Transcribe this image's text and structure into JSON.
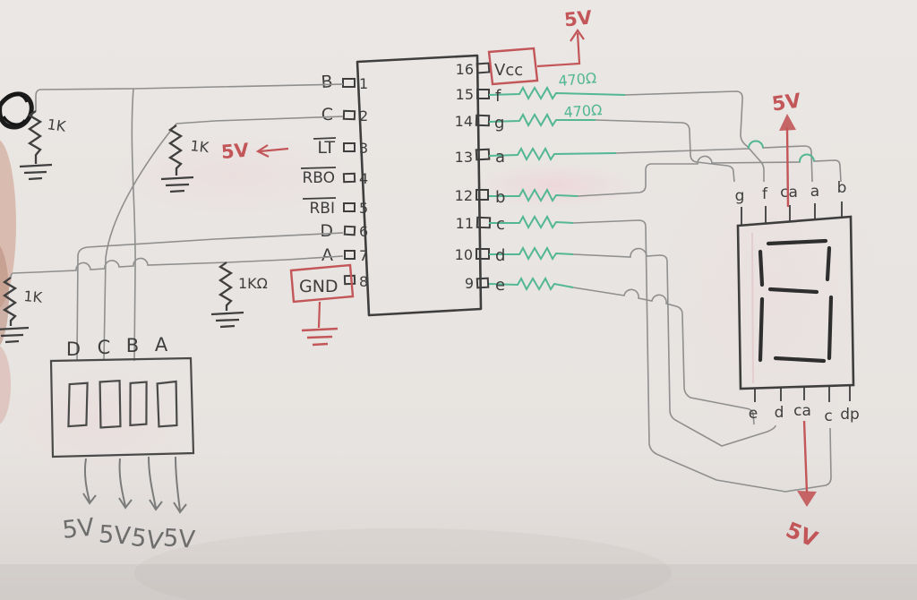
{
  "ic": {
    "left_pins": [
      {
        "num": "1",
        "label": "B"
      },
      {
        "num": "2",
        "label": "C"
      },
      {
        "num": "3",
        "label": "LT"
      },
      {
        "num": "4",
        "label": "RBO"
      },
      {
        "num": "5",
        "label": "RBI"
      },
      {
        "num": "6",
        "label": "D"
      },
      {
        "num": "7",
        "label": "A"
      },
      {
        "num": "8",
        "label": "GND"
      }
    ],
    "right_pins": [
      {
        "num": "16",
        "label": "Vcc"
      },
      {
        "num": "15",
        "label": "f"
      },
      {
        "num": "14",
        "label": "g"
      },
      {
        "num": "13",
        "label": "a"
      },
      {
        "num": "12",
        "label": "b"
      },
      {
        "num": "11",
        "label": "c"
      },
      {
        "num": "10",
        "label": "d"
      },
      {
        "num": "9",
        "label": "e"
      }
    ]
  },
  "resistors": {
    "pull_b": "1K",
    "pull_c": "1K",
    "pull_a_left": "1K",
    "pull_a_right": "1KΩ",
    "segment_f": "470Ω",
    "segment_g": "470Ω"
  },
  "power": {
    "vcc_5v": "5V",
    "lt_5v": "5V",
    "display_top_5v": "5V",
    "display_bottom_5v": "5V"
  },
  "dip_switch": {
    "pin_labels": [
      "D",
      "C",
      "B",
      "A"
    ],
    "rail_labels": [
      "5V",
      "5V",
      "5V",
      "5V"
    ]
  },
  "display": {
    "top_pins": [
      "g",
      "f",
      "ca",
      "a",
      "b"
    ],
    "bottom_pins": [
      "e",
      "d",
      "ca",
      "c",
      "dp"
    ]
  },
  "colors": {
    "ink": "#3e3e3e",
    "wire": "#8f8f8f",
    "red": "#c25658",
    "green": "#53b795",
    "pencil": "#6d6d6d"
  }
}
